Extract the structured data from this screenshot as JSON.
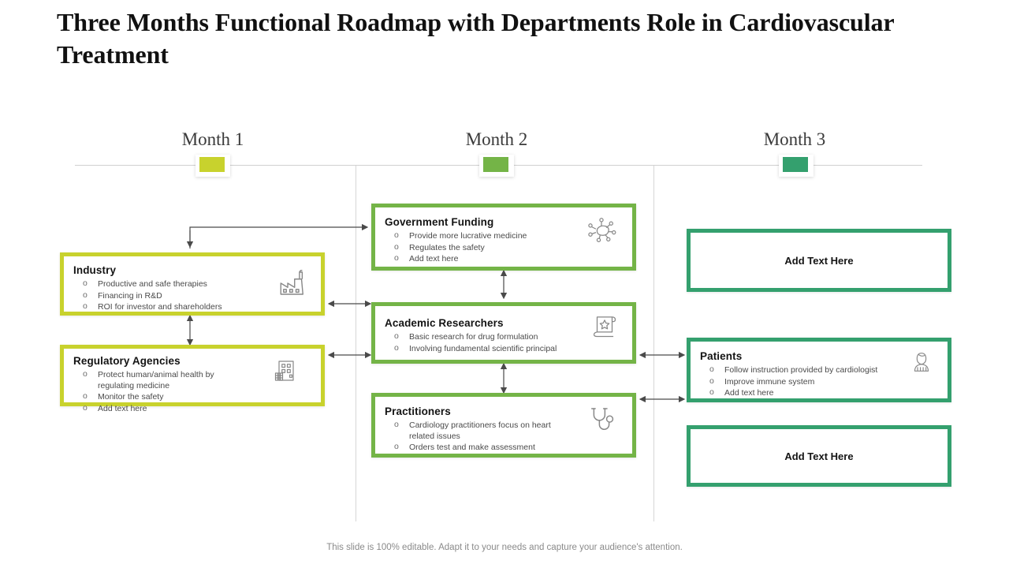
{
  "slide": {
    "title": "Three Months Functional Roadmap with Departments Role in Cardiovascular Treatment",
    "footer": "This slide is 100% editable. Adapt it to your needs and capture your audience's attention."
  },
  "colors": {
    "month1": "#c8d22d",
    "month2": "#74b447",
    "month3": "#34a06e",
    "timeline_rule": "#d0d0d0",
    "separator": "#d6d6d6",
    "arrow": "#4a4a4a",
    "title_text": "#111111",
    "body_text": "#4a4a4a",
    "footer_text": "#8a8a8a"
  },
  "timeline": {
    "months": [
      {
        "label": "Month 1",
        "color": "#c8d22d"
      },
      {
        "label": "Month 2",
        "color": "#74b447"
      },
      {
        "label": "Month 3",
        "color": "#34a06e"
      }
    ]
  },
  "cards": {
    "industry": {
      "title": "Industry",
      "icon": "factory-icon",
      "bullets": [
        "Productive and safe therapies",
        "Financing in R&D",
        "ROI  for investor and shareholders"
      ]
    },
    "regulatory": {
      "title": "Regulatory Agencies",
      "icon": "building-icon",
      "bullets": [
        "Protect human/animal  health  by regulating medicine",
        "Monitor  the safety",
        "Add text here"
      ]
    },
    "government": {
      "title": "Government Funding",
      "icon": "network-molecule-icon",
      "bullets": [
        "Provide more  lucrative medicine",
        "Regulates the safety",
        "Add text here"
      ]
    },
    "academic": {
      "title": "Academic Researchers",
      "icon": "certificate-scroll-icon",
      "bullets": [
        "Basic research for drug formulation",
        "Involving  fundamental scientific principal"
      ]
    },
    "practitioners": {
      "title": "Practitioners",
      "icon": "stethoscope-icon",
      "bullets": [
        "Cardiology practitioners focus on heart related issues",
        "Orders test and make  assessment"
      ]
    },
    "patients": {
      "title": "Patients",
      "icon": "patient-person-icon",
      "bullets": [
        "Follow instruction provided by cardiologist",
        "Improve  immune  system",
        "Add text here"
      ]
    },
    "placeholder_top": {
      "label": "Add Text Here"
    },
    "placeholder_bottom": {
      "label": "Add Text Here"
    }
  }
}
